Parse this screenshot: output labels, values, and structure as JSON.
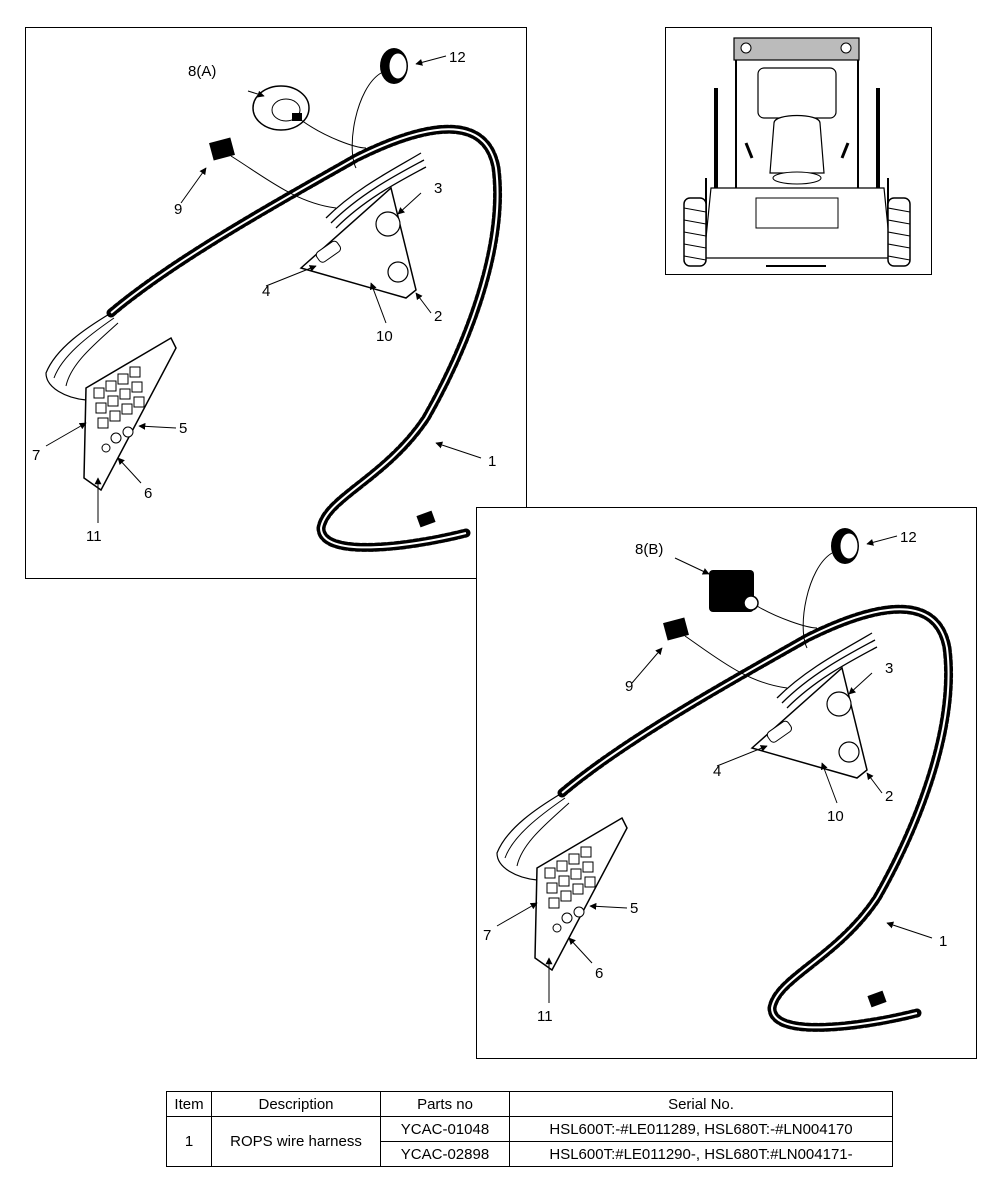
{
  "diagram_a": {
    "labels": {
      "l1": "1",
      "l2": "2",
      "l3": "3",
      "l4": "4",
      "l5": "5",
      "l6": "6",
      "l7": "7",
      "l8": "8(A)",
      "l9": "9",
      "l10": "10",
      "l11": "11",
      "l12": "12"
    }
  },
  "diagram_b": {
    "labels": {
      "l1": "1",
      "l2": "2",
      "l3": "3",
      "l4": "4",
      "l5": "5",
      "l6": "6",
      "l7": "7",
      "l8": "8(B)",
      "l9": "9",
      "l10": "10",
      "l11": "11",
      "l12": "12"
    }
  },
  "table": {
    "headers": {
      "item": "Item",
      "description": "Description",
      "parts_no": "Parts no",
      "serial_no": "Serial No."
    },
    "rows": [
      {
        "item": "1",
        "description": "ROPS wire harness",
        "parts_no": "YCAC-01048",
        "serial_no": "HSL600T:-#LE011289, HSL680T:-#LN004170"
      },
      {
        "parts_no": "YCAC-02898",
        "serial_no": "HSL600T:#LE011290-, HSL680T:#LN004171-"
      }
    ]
  }
}
